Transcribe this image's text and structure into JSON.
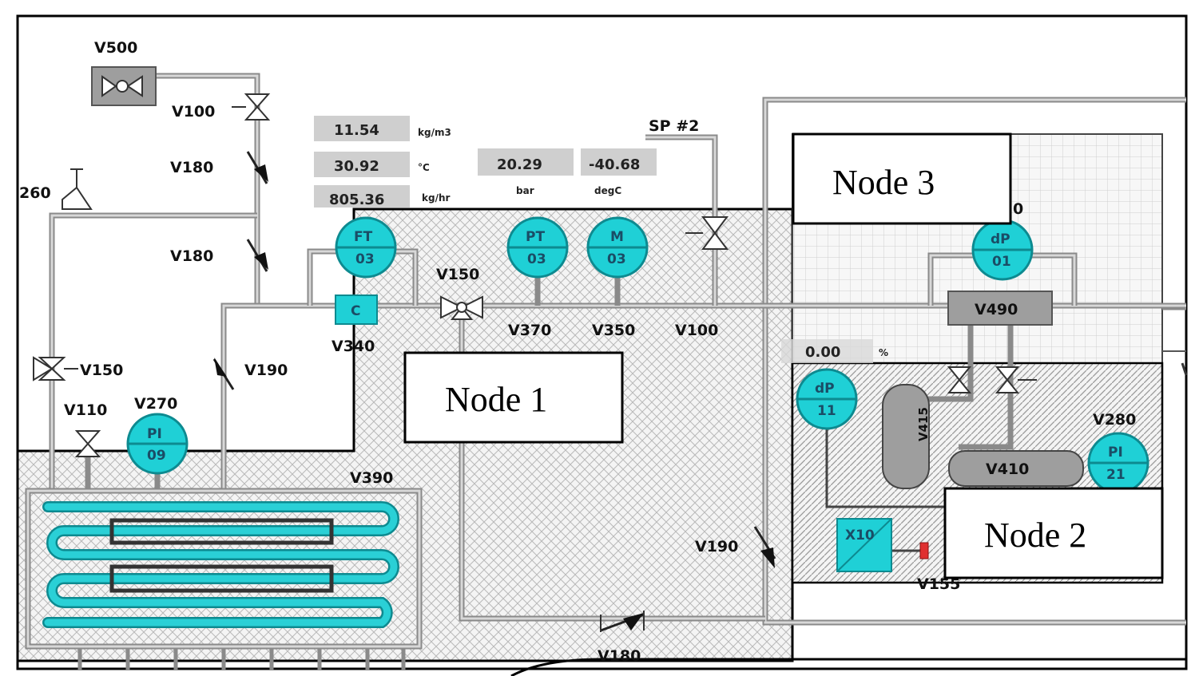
{
  "colors": {
    "instrument": "#1fd0d6",
    "instrument_stroke": "#0d8a90",
    "pipe": "#8a8a8a",
    "readout_box": "#cfcfcf",
    "equipment": "#9e9e9e",
    "alarm": "#e03030"
  },
  "valves": {
    "v500": "V500",
    "v100_top": "V100",
    "v180_a": "V180",
    "v180_b": "V180",
    "v260": "260",
    "v150_left": "V150",
    "v190_left": "V190",
    "v110": "V110",
    "v270": "V270",
    "v340": "V340",
    "v150_mid": "V150",
    "v370": "V370",
    "v350": "V350",
    "v100_mid": "V100",
    "v390": "V390",
    "v190_right": "V190",
    "v180_bottom": "V180",
    "sp2": "SP #2",
    "v490": "V490",
    "v415": "V415",
    "v410": "V410",
    "v280": "V280",
    "v155": "V155",
    "v_partial": "0"
  },
  "readouts": [
    {
      "value": "11.54",
      "unit": "kg/m3"
    },
    {
      "value": "30.92",
      "unit": "°C"
    },
    {
      "value": "805.36",
      "unit": "kg/hr"
    },
    {
      "value": "20.29",
      "unit": "bar"
    },
    {
      "value": "-40.68",
      "unit": "degC"
    },
    {
      "value": "0.00",
      "unit": "%"
    }
  ],
  "instruments": {
    "ft03": {
      "top": "FT",
      "bottom": "03"
    },
    "pt03": {
      "top": "PT",
      "bottom": "03"
    },
    "m03": {
      "top": "M",
      "bottom": "03"
    },
    "dp01": {
      "top": "dP",
      "bottom": "01"
    },
    "pi09": {
      "top": "PI",
      "bottom": "09"
    },
    "dp11": {
      "top": "dP",
      "bottom": "11"
    },
    "pi21": {
      "top": "PI",
      "bottom": "21"
    },
    "c": "C",
    "x10": "X10"
  },
  "nodes": {
    "node1": "Node 1",
    "node2": "Node 2",
    "node3": "Node 3"
  }
}
